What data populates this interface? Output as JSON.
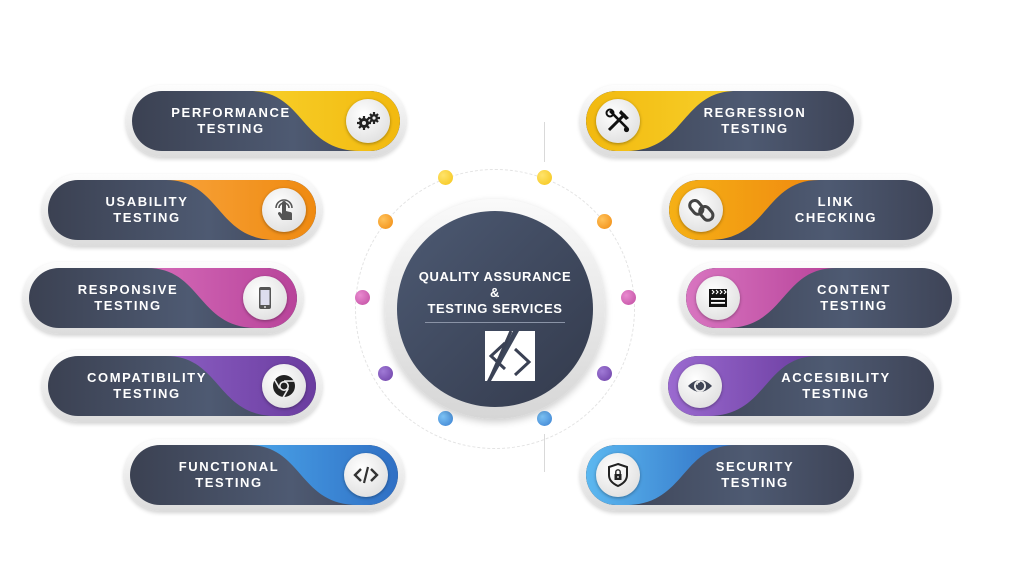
{
  "center": {
    "title_line1": "QUALITY ASSURANCE",
    "title_line2": "&",
    "title_line3": "TESTING SERVICES",
    "logo_icon": "code-slash-logo"
  },
  "colors": {
    "pill_body": "#434a5e",
    "yellow": "#f5c518",
    "orange": "#f39c1a",
    "magenta": "#c653a8",
    "purple": "#7b4fb0",
    "blue": "#3d8fdb"
  },
  "left_items": [
    {
      "line1": "PERFORMANCE",
      "line2": "TESTING",
      "icon": "gears-icon",
      "accent": "#f5c518"
    },
    {
      "line1": "USABILITY",
      "line2": "TESTING",
      "icon": "touch-hand-icon",
      "accent": "#f39c1a"
    },
    {
      "line1": "RESPONSIVE",
      "line2": "TESTING",
      "icon": "smartphone-icon",
      "accent": "#c653a8"
    },
    {
      "line1": "COMPATIBILITY",
      "line2": "TESTING",
      "icon": "chrome-browser-icon",
      "accent": "#7b4fb0"
    },
    {
      "line1": "FUNCTIONAL",
      "line2": "TESTING",
      "icon": "code-tag-icon",
      "accent": "#3d8fdb"
    }
  ],
  "right_items": [
    {
      "line1": "REGRESSION",
      "line2": "TESTING",
      "icon": "hammer-wrench-icon",
      "accent": "#f5c518"
    },
    {
      "line1": "LINK",
      "line2": "CHECKING",
      "icon": "chain-link-icon",
      "accent": "#f39c1a"
    },
    {
      "line1": "CONTENT",
      "line2": "TESTING",
      "icon": "clapperboard-icon",
      "accent": "#c653a8"
    },
    {
      "line1": "ACCESIBILITY",
      "line2": "TESTING",
      "icon": "eye-icon",
      "accent": "#7b4fb0"
    },
    {
      "line1": "SECURITY",
      "line2": "TESTING",
      "icon": "shield-lock-icon",
      "accent": "#3d8fdb"
    }
  ]
}
